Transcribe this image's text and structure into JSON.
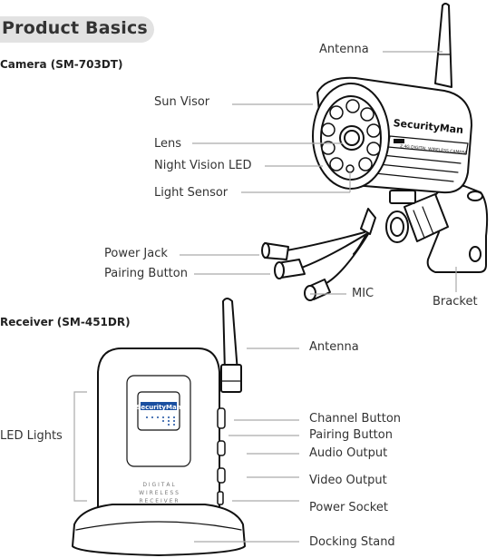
{
  "header": {
    "title": "Product Basics"
  },
  "camera": {
    "section_title": "Camera (SM-703DT)",
    "brand": "SecurityMan",
    "model_text": "2.4G DIGITAL WIRELESS CAMERA",
    "labels": {
      "antenna": "Antenna",
      "sun_visor": "Sun Visor",
      "lens": "Lens",
      "night_vision_led": "Night Vision LED",
      "light_sensor": "Light Sensor",
      "power_jack": "Power Jack",
      "pairing_button": "Pairing Button",
      "mic": "MIC",
      "bracket": "Bracket"
    }
  },
  "receiver": {
    "section_title": "Receiver (SM-451DR)",
    "brand": "SecurityMan",
    "panel_text": [
      "D I G I T A L",
      "W I R E L E S S",
      "R E C E I V E R"
    ],
    "labels": {
      "antenna": "Antenna",
      "led_lights": "LED Lights",
      "channel_button": "Channel Button",
      "pairing_button": "Pairing Button",
      "audio_output": "Audio Output",
      "video_output": "Video Output",
      "power_socket": "Power Socket",
      "docking_stand": "Docking Stand"
    }
  }
}
